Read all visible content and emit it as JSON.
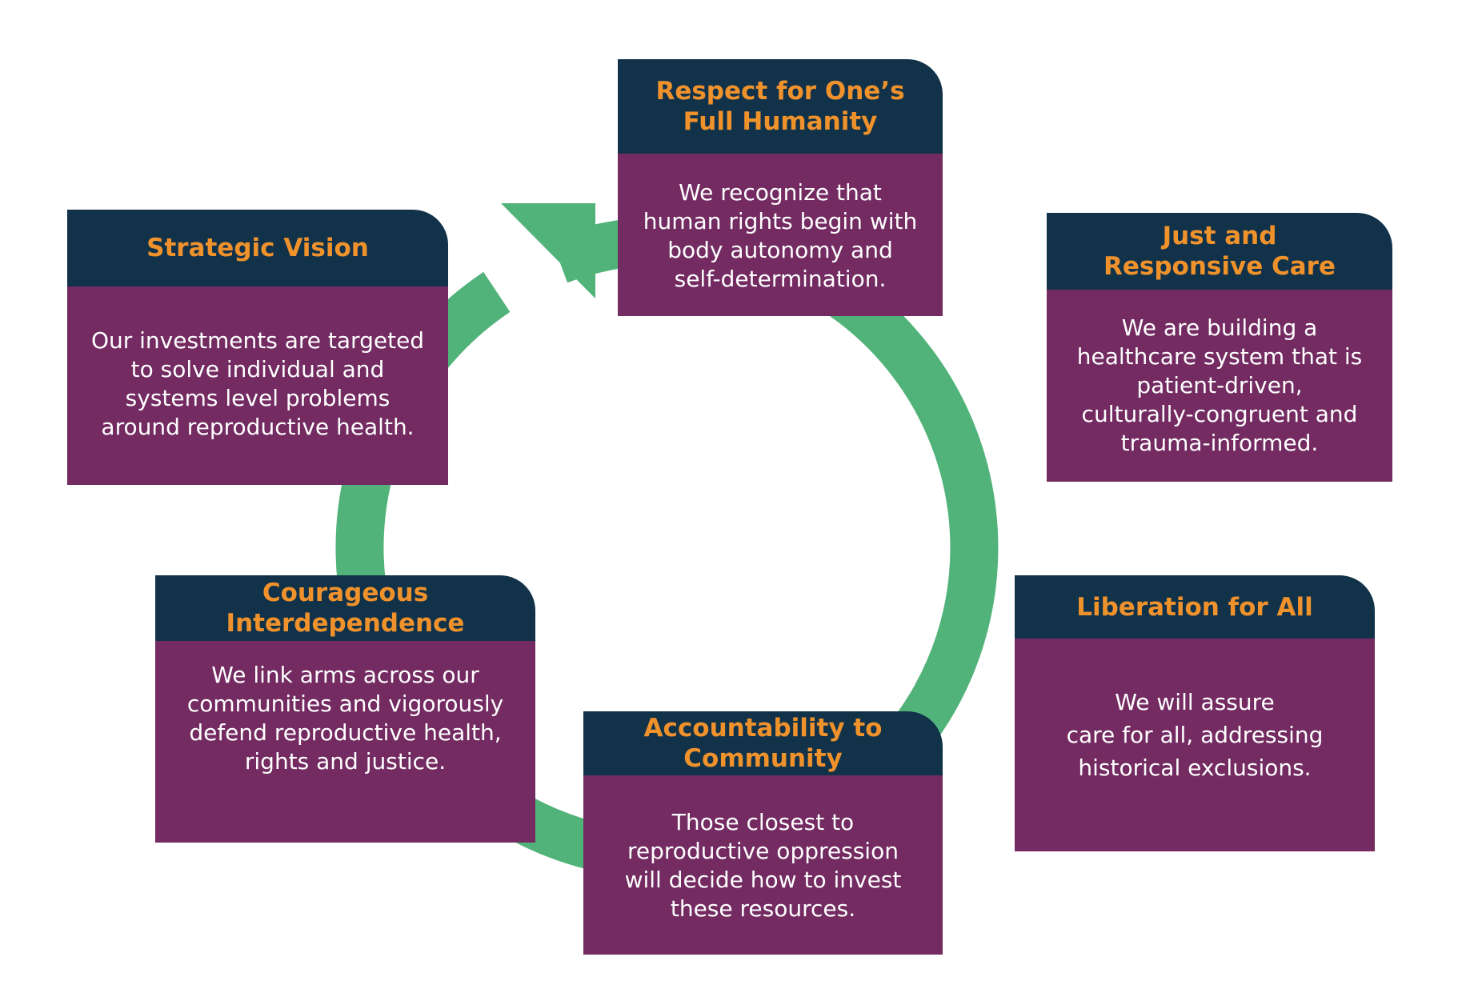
{
  "colors": {
    "header_bg": "#12324a",
    "header_text": "#f0922c",
    "body_bg": "#732b62",
    "body_text": "#ffffff",
    "cycle_arrow": "#52b37a"
  },
  "cards": {
    "respect": {
      "title": "Respect for One’s\nFull Humanity",
      "text": "We recognize that\nhuman rights begin with\nbody autonomy and\nself-determination."
    },
    "just_care": {
      "title": "Just and\nResponsive Care",
      "text": "We are building a\nhealthcare system that is\npatient-driven,\nculturally-congruent and\ntrauma-informed."
    },
    "liberation": {
      "title": "Liberation for  All",
      "text": "We will assure\ncare for all, addressing\nhistorical exclusions."
    },
    "accountability": {
      "title": "Accountability to\nCommunity",
      "text": "Those closest to\nreproductive oppression\nwill decide how  to invest\nthese resources."
    },
    "courageous": {
      "title": "Courageous\nInterdependence",
      "text": "We link arms across our\ncommunities and vigorously\ndefend reproductive health,\nrights and justice."
    },
    "strategic": {
      "title": "Strategic Vision",
      "text": "Our investments are targeted\nto solve individual and\nsystems level problems\naround reproductive health."
    }
  }
}
